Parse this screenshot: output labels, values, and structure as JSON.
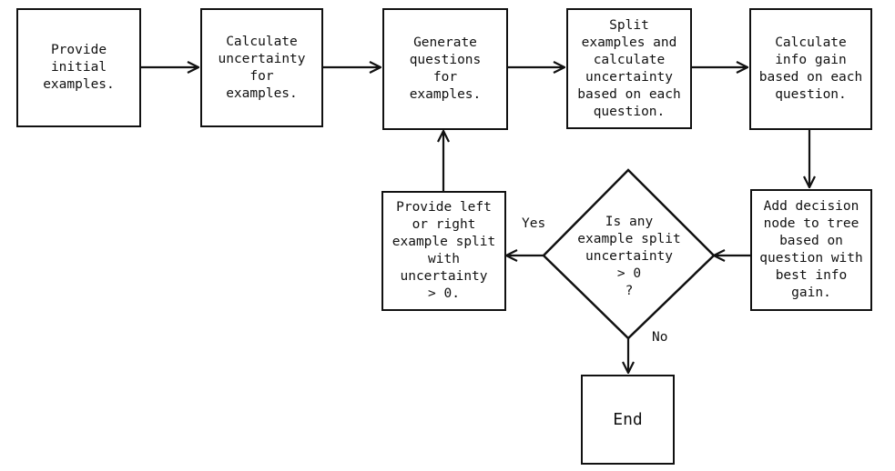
{
  "nodes": {
    "provide_initial": "Provide\ninitial\nexamples.",
    "calc_uncertainty": "Calculate\nuncertainty\nfor\nexamples.",
    "generate_questions": "Generate\nquestions\nfor\nexamples.",
    "split_examples": "Split\nexamples and\ncalculate\nuncertainty\nbased on each\nquestion.",
    "calc_info_gain": "Calculate\ninfo gain\nbased on each\nquestion.",
    "add_decision_node": "Add decision\nnode to tree\nbased on\nquestion with\nbest info gain.",
    "decision": "Is any\nexample split\nuncertainty\n> 0\n?",
    "provide_split": "Provide left\nor right\nexample split\nwith\nuncertainty\n> 0.",
    "end": "End"
  },
  "edge_labels": {
    "yes": "Yes",
    "no": "No"
  }
}
